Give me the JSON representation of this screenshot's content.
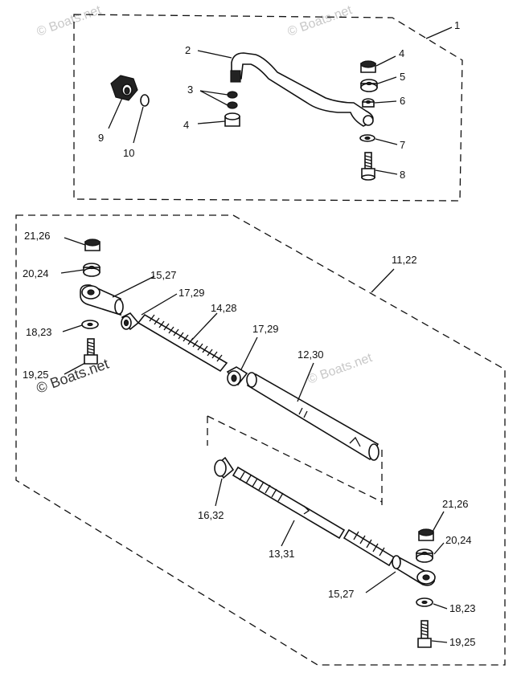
{
  "watermark": "© Boats.net",
  "labels": {
    "l1": "1",
    "l2": "2",
    "l3": "3",
    "l4a": "4",
    "l4b": "4",
    "l5": "5",
    "l6": "6",
    "l7": "7",
    "l8": "8",
    "l9": "9",
    "l10": "10",
    "l11_22": "11,22",
    "l12_30": "12,30",
    "l13_31": "13,31",
    "l14_28": "14,28",
    "l15_27a": "15,27",
    "l15_27b": "15,27",
    "l16_32": "16,32",
    "l17_29a": "17,29",
    "l17_29b": "17,29",
    "l18_23a": "18,23",
    "l18_23b": "18,23",
    "l19_25a": "19,25",
    "l19_25b": "19,25",
    "l20_24a": "20,24",
    "l20_24b": "20,24",
    "l21_26a": "21,26",
    "l21_26b": "21,26"
  }
}
